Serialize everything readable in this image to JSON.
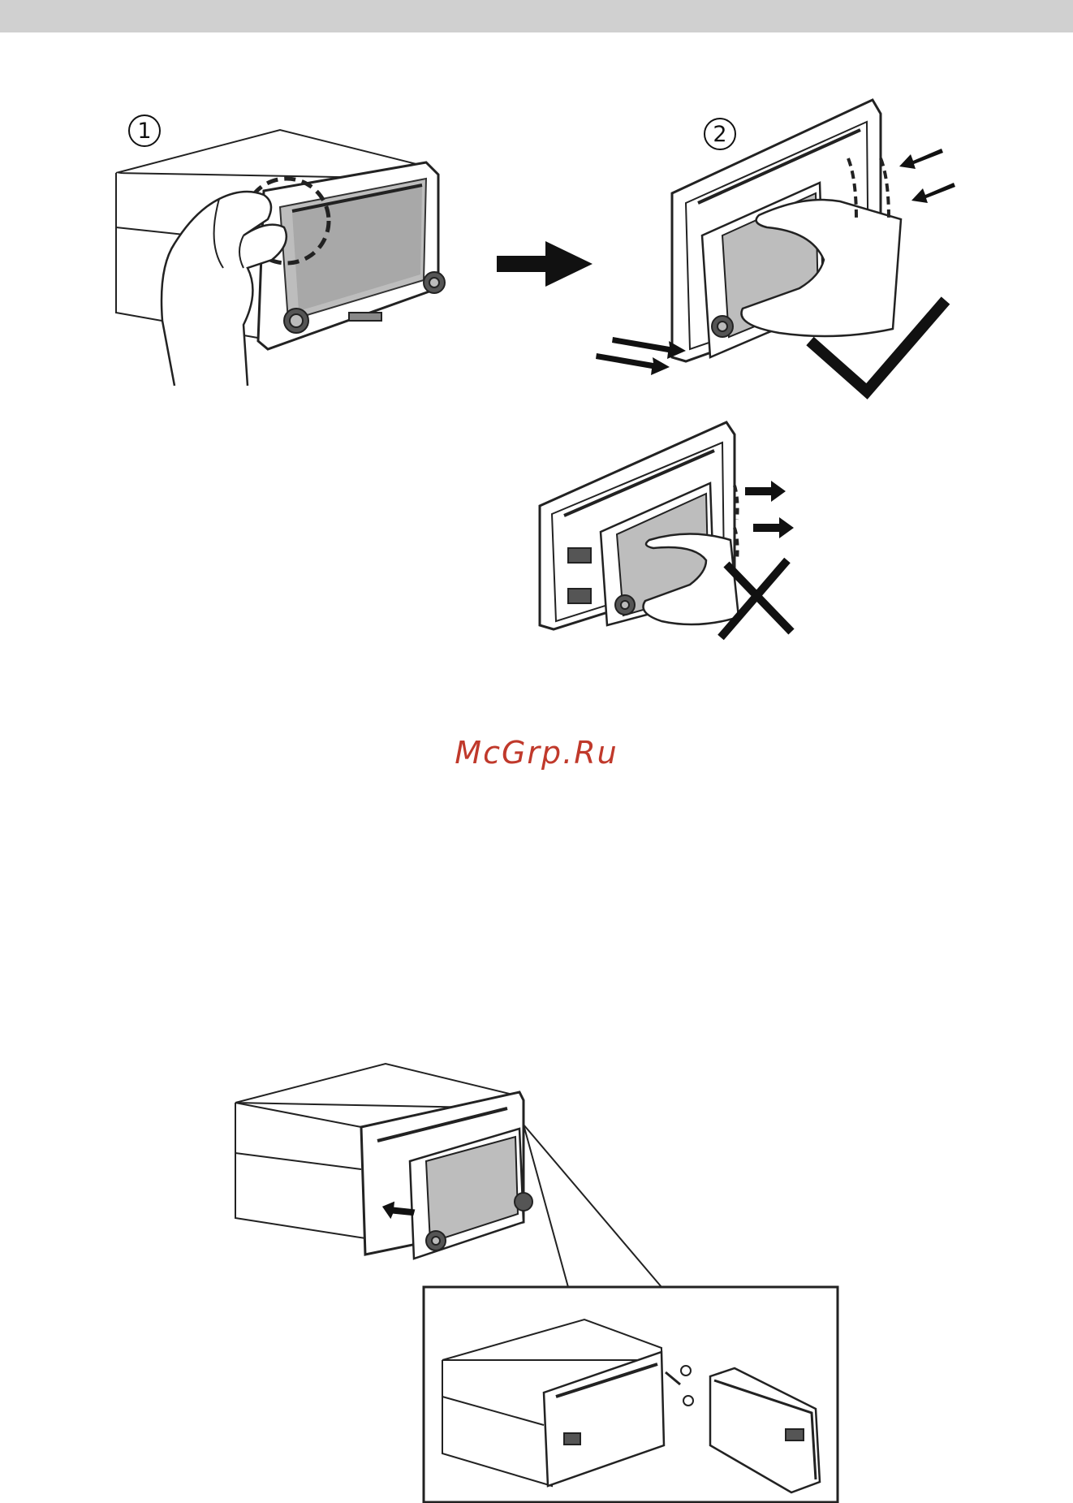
{
  "steps": [
    {
      "label": "1"
    },
    {
      "label": "2"
    }
  ],
  "marks": {
    "correct": "check-mark-icon",
    "incorrect": "cross-mark-icon"
  },
  "watermark": {
    "text": "McGrp.Ru"
  },
  "colors": {
    "header_bar": "#d0d0d0",
    "watermark": "#c0392b",
    "line": "#111111"
  }
}
